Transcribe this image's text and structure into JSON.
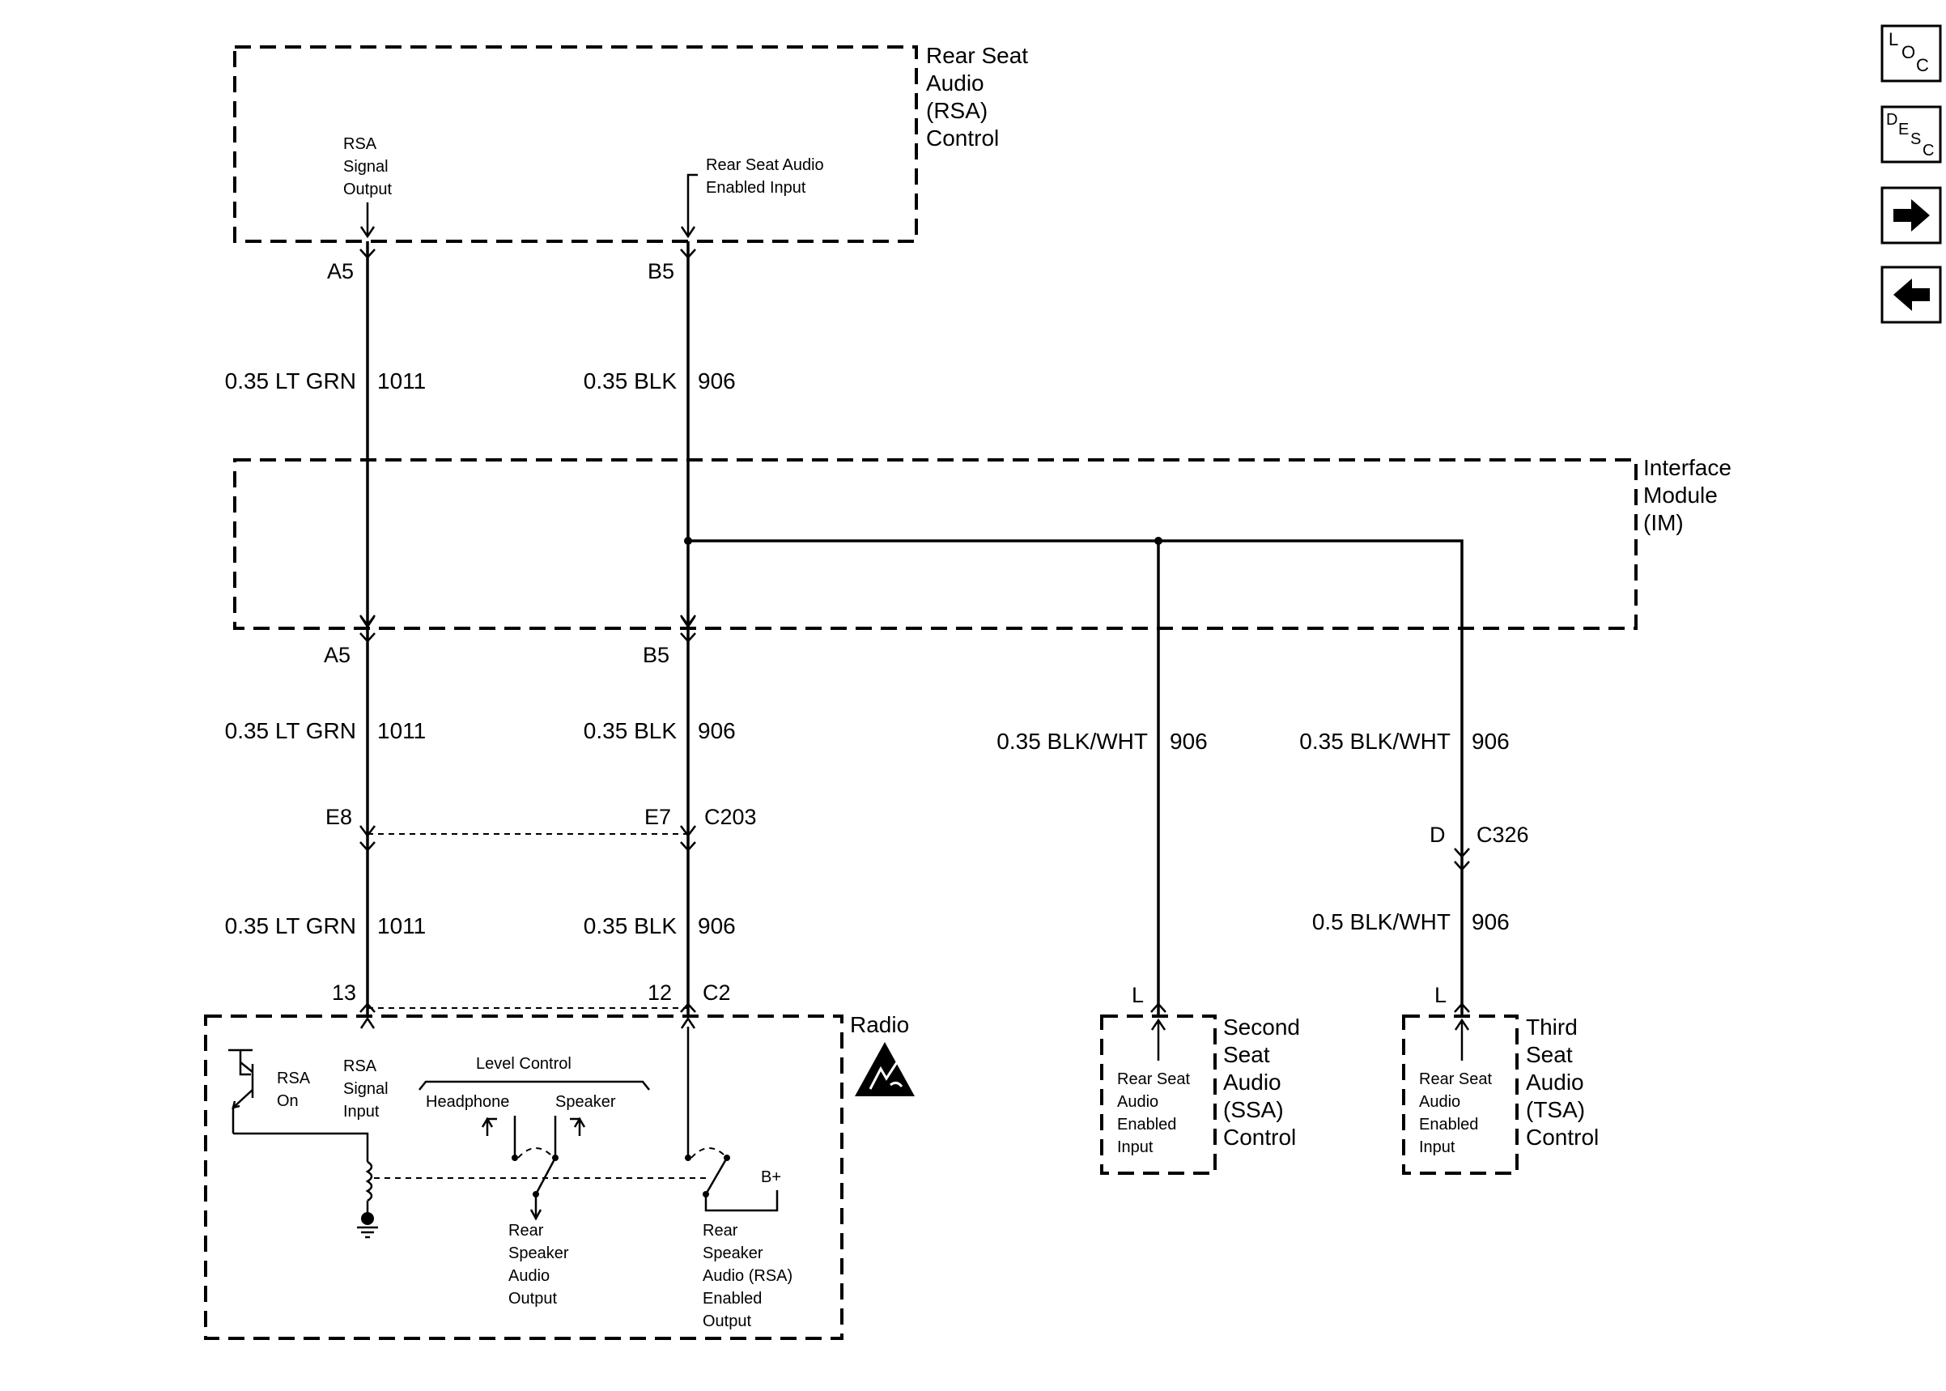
{
  "modules": {
    "rsa_control": {
      "title": [
        "Rear Seat",
        "Audio",
        "(RSA)",
        "Control"
      ]
    },
    "interface_module": {
      "title": [
        "Interface",
        "Module",
        "(IM)"
      ]
    },
    "radio": {
      "title": "Radio"
    },
    "ssa_control": {
      "title": [
        "Second",
        "Seat",
        "Audio",
        "(SSA)",
        "Control"
      ]
    },
    "tsa_control": {
      "title": [
        "Third",
        "Seat",
        "Audio",
        "(TSA)",
        "Control"
      ]
    }
  },
  "signals": {
    "rsa_signal_output": [
      "RSA",
      "Signal",
      "Output"
    ],
    "rsa_enabled_input": [
      "Rear Seat Audio",
      "Enabled Input"
    ],
    "rsa_signal_input": [
      "RSA",
      "Signal",
      "Input"
    ],
    "rsa_on": [
      "RSA",
      "On"
    ],
    "level_control": "Level Control",
    "headphone": "Headphone",
    "speaker": "Speaker",
    "b_plus": "B+",
    "rear_speaker_audio_output": [
      "Rear",
      "Speaker",
      "Audio",
      "Output"
    ],
    "rear_speaker_audio_enabled_output": [
      "Rear",
      "Speaker",
      "Audio (RSA)",
      "Enabled",
      "Output"
    ],
    "ssa_enabled_input": [
      "Rear Seat",
      "Audio",
      "Enabled",
      "Input"
    ],
    "tsa_enabled_input": [
      "Rear Seat",
      "Audio",
      "Enabled",
      "Input"
    ]
  },
  "pins": {
    "rsa_a5": "A5",
    "rsa_b5": "B5",
    "im_a5": "A5",
    "im_b5": "B5",
    "c203_e8": "E8",
    "c203_e7": "E7",
    "c203": "C203",
    "radio_13": "13",
    "radio_12": "12",
    "radio_c2": "C2",
    "ssa_l": "L",
    "tsa_l": "L",
    "c326_d": "D",
    "c326": "C326"
  },
  "wires": {
    "w1_color": "0.35 LT GRN",
    "w1_circuit": "1011",
    "w2_color": "0.35 BLK",
    "w2_circuit": "906",
    "w3_color": "0.35 LT GRN",
    "w3_circuit": "1011",
    "w4_color": "0.35 BLK",
    "w4_circuit": "906",
    "w5_color": "0.35 LT GRN",
    "w5_circuit": "1011",
    "w6_color": "0.35 BLK",
    "w6_circuit": "906",
    "w7_color": "0.35 BLK/WHT",
    "w7_circuit": "906",
    "w8_color": "0.35 BLK/WHT",
    "w8_circuit": "906",
    "w9_color": "0.5 BLK/WHT",
    "w9_circuit": "906"
  },
  "nav": {
    "loc": {
      "l": "L",
      "o": "O",
      "c": "C"
    },
    "desc": {
      "d": "D",
      "e": "E",
      "s": "S",
      "c": "C"
    },
    "next_icon": "right-arrow-icon",
    "prev_icon": "left-arrow-icon"
  }
}
